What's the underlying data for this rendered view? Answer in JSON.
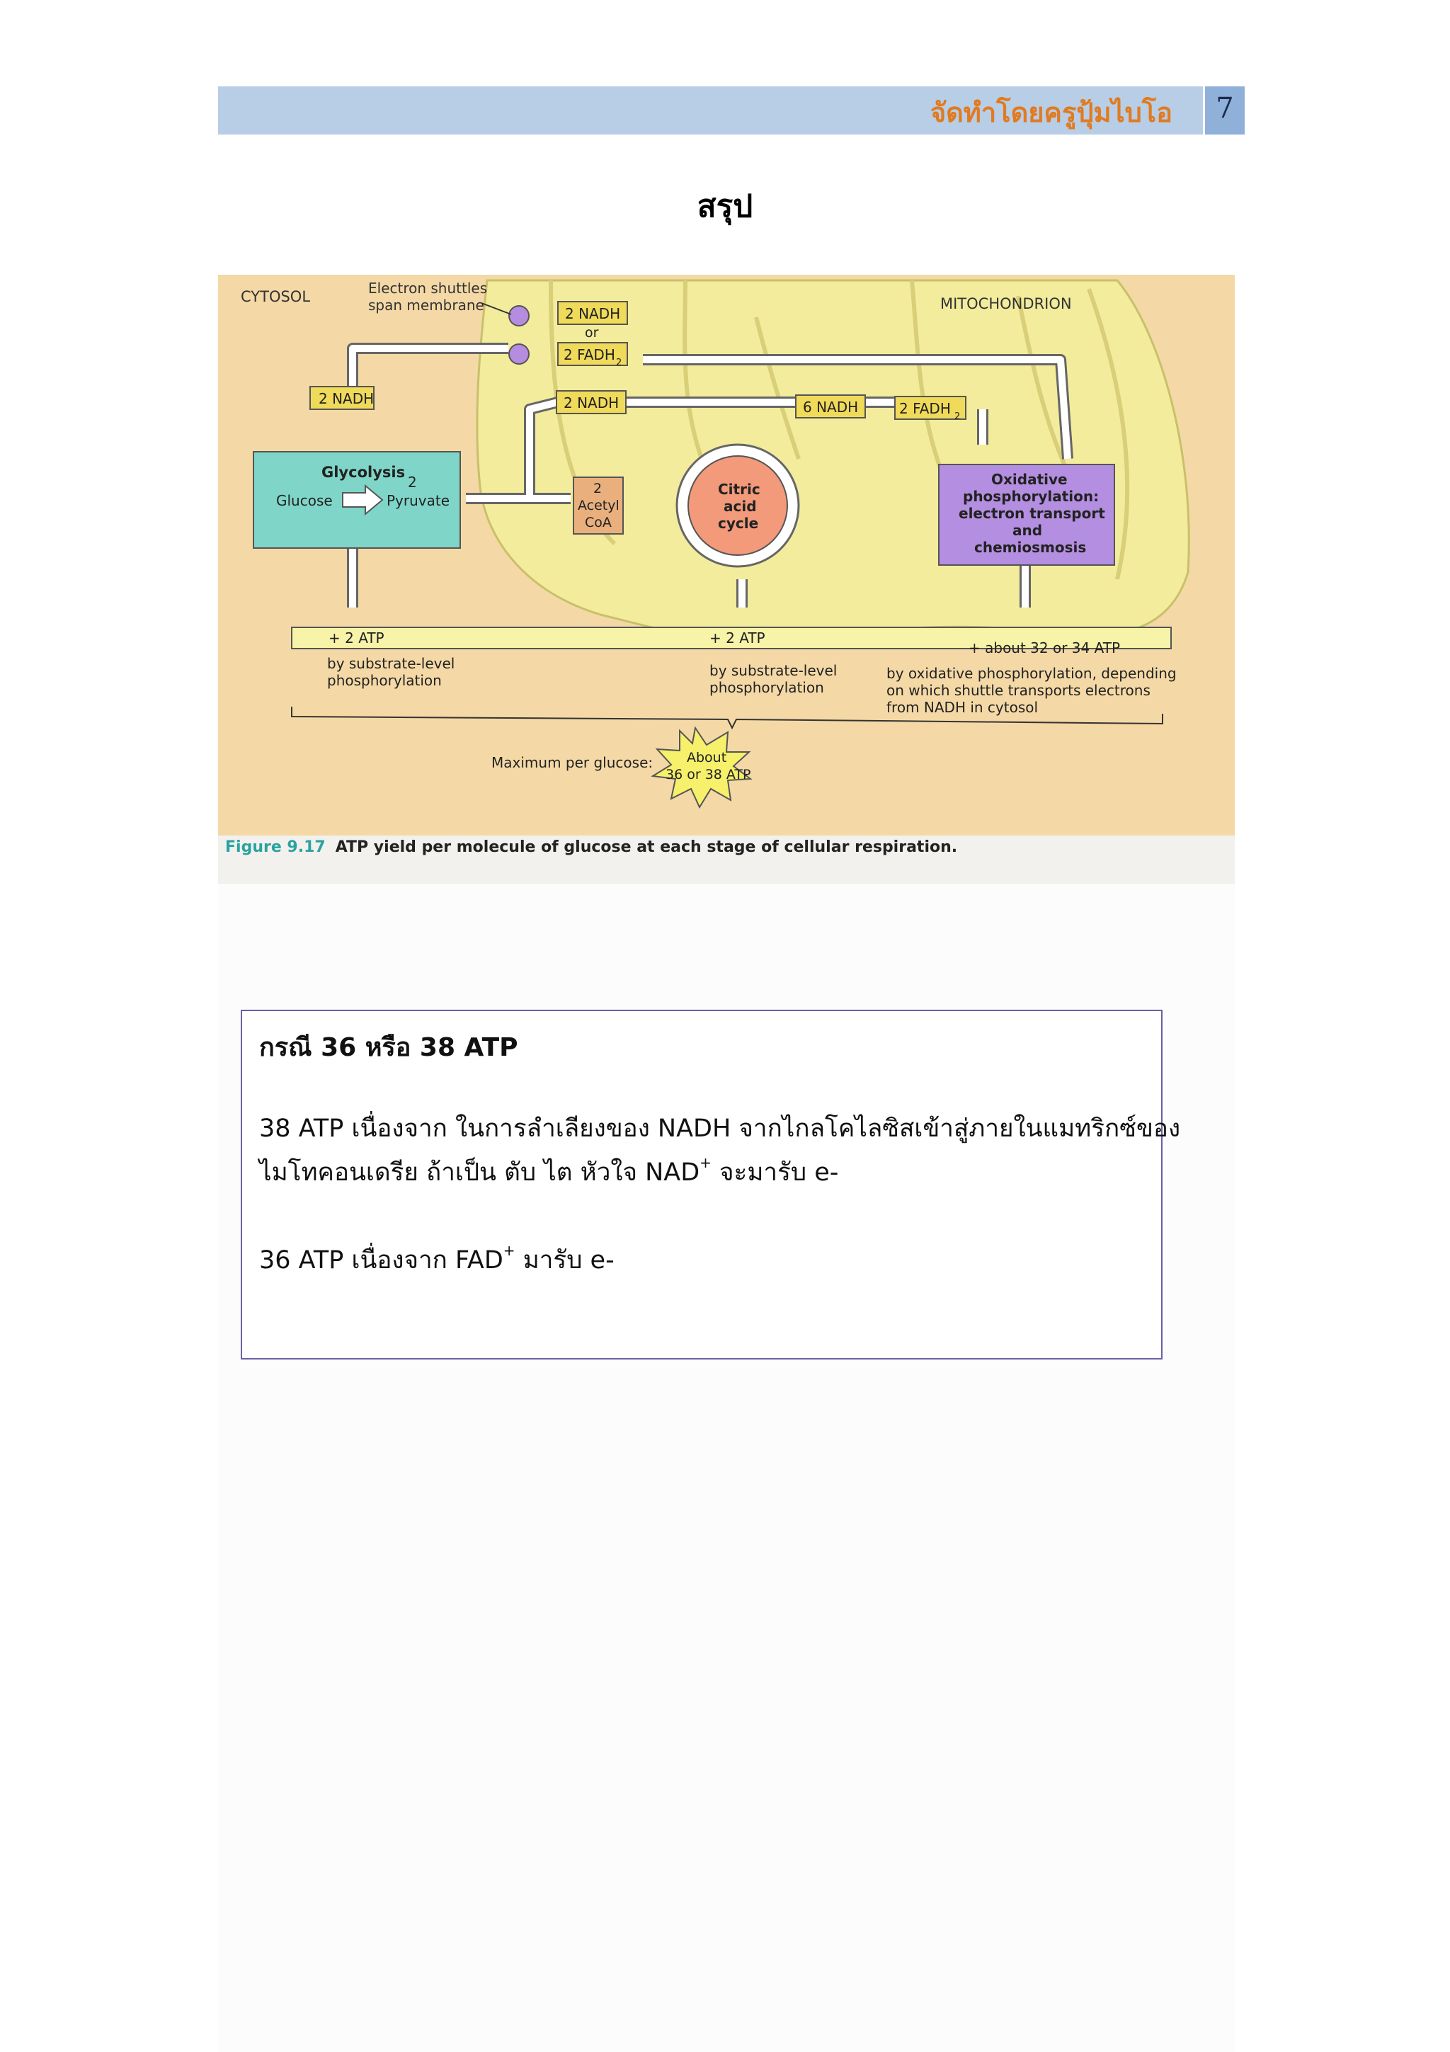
{
  "header": {
    "title": "จัดทำโดยครูปุ้มไบโอ",
    "page_number": "7"
  },
  "page_heading": "สรุป",
  "figure": {
    "region_cytosol": "CYTOSOL",
    "region_mitochondrion": "MITOCHONDRION",
    "shuttle_label_line1": "Electron shuttles",
    "shuttle_label_line2": "span membrane",
    "shuttle_nadh": "2 NADH",
    "shuttle_or": "or",
    "shuttle_fadh2": "2 FADH",
    "glycolysis_nadh": "2 NADH",
    "pyruvate_nadh": "2 NADH",
    "cycle_nadh": "6 NADH",
    "cycle_fadh2": "2 FADH",
    "glycolysis_title": "Glycolysis",
    "glycolysis_glucose": "Glucose",
    "glycolysis_two": "2",
    "glycolysis_pyruvate": "Pyruvate",
    "acetyl_line1": "2",
    "acetyl_line2": "Acetyl",
    "acetyl_line3": "CoA",
    "citric_line1": "Citric",
    "citric_line2": "acid",
    "citric_line3": "cycle",
    "oxphos_line1": "Oxidative",
    "oxphos_line2": "phosphorylation:",
    "oxphos_line3": "electron transport",
    "oxphos_line4": "and",
    "oxphos_line5": "chemiosmosis",
    "atp_glycolysis": "+ 2 ATP",
    "atp_citric": "+ 2 ATP",
    "atp_oxphos": "+ about 32 or 34 ATP",
    "desc_glycolysis_line1": "by substrate-level",
    "desc_glycolysis_line2": "phosphorylation",
    "desc_citric_line1": "by substrate-level",
    "desc_citric_line2": "phosphorylation",
    "desc_oxphos_line1": "by oxidative phosphorylation, depending",
    "desc_oxphos_line2": "on which shuttle transports electrons",
    "desc_oxphos_line3": "from NADH in cytosol",
    "max_label": "Maximum per glucose:",
    "star_line1": "About",
    "star_line2": "36 or 38 ATP",
    "caption_label": "Figure 9.17",
    "caption_text": "ATP yield per molecule of glucose at each stage of cellular respiration."
  },
  "note": {
    "heading": "กรณี 36 หรือ 38 ATP",
    "line1": "38  ATP เนื่องจาก ในการลำเลียงของ NADH จากไกลโคไลซิสเข้าสู่ภายในแมทริกซ์ของ",
    "line2_a": "ไมโทคอนเดรีย ถ้าเป็น ตับ ไต หัวใจ NAD",
    "line2_sup": "+",
    "line2_b": " จะมารับ e-",
    "line3_a": "36 ATP เนื่องจาก FAD",
    "line3_sup": "+",
    "line3_b": " มารับ e-"
  }
}
